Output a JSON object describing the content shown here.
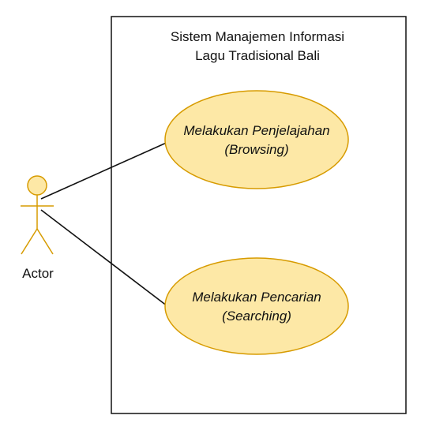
{
  "system": {
    "title_line1": "Sistem Manajemen Informasi",
    "title_line2": "Lagu Tradisional Bali"
  },
  "actor": {
    "label": "Actor"
  },
  "use_cases": [
    {
      "line1": "Melakukan Penjelajahan",
      "line2": "(Browsing)"
    },
    {
      "line1": "Melakukan Pencarian",
      "line2": "(Searching)"
    }
  ],
  "colors": {
    "usecase_fill": "#fde8a6",
    "usecase_stroke": "#d79b00",
    "actor_fill": "#fde8a6",
    "actor_stroke": "#d79b00",
    "line": "#111111",
    "boundary": "#111111"
  }
}
